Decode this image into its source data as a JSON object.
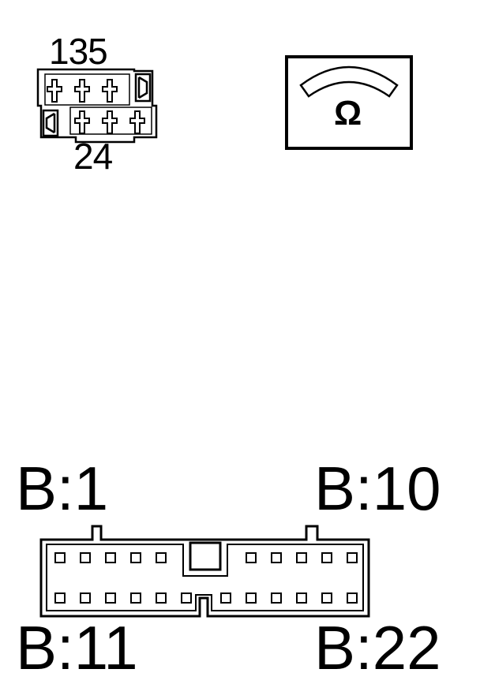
{
  "small_connector": {
    "pin_label_top": "135",
    "pin_label_bottom": "24",
    "terminal_icon": "cross-terminal-icon"
  },
  "meter": {
    "symbol": "Ω",
    "icon": "ohmmeter-icon"
  },
  "large_connector": {
    "label_top_left": "B:1",
    "label_top_right": "B:10",
    "label_bottom_left": "B:11",
    "label_bottom_right": "B:22",
    "pin_icon": "square-pin-icon"
  },
  "colors": {
    "stroke": "#000000",
    "background": "#ffffff"
  }
}
